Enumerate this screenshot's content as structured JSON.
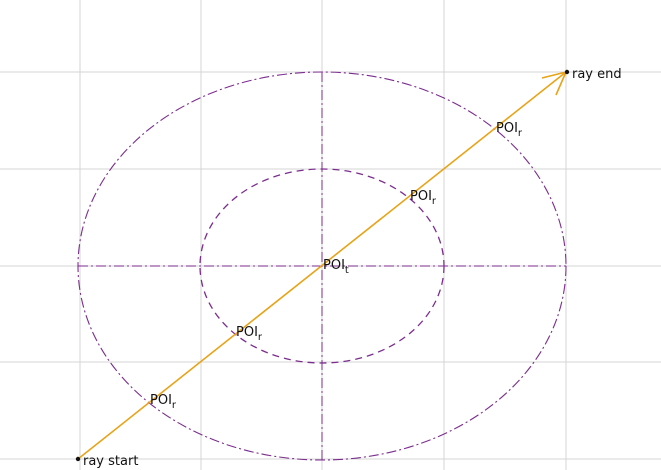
{
  "colors": {
    "background": "#ffffff",
    "grid": "#d4d4d4",
    "ellipse": "#7b2d8e",
    "ray": "#e8a317",
    "endpoint": "#111111",
    "text": "#111111"
  },
  "labels": {
    "ray_start": "ray start",
    "ray_end": "ray end",
    "poi_base": "POI",
    "poi_reflect_sub": "r",
    "poi_target_sub": "t"
  },
  "elements": {
    "outer_ellipse": "outer ellipse, dashed",
    "inner_ellipse": "inner ellipse, dashed",
    "axes": "horizontal and vertical dashed axes",
    "ray": "ray with arrowhead from ray start to ray end"
  }
}
